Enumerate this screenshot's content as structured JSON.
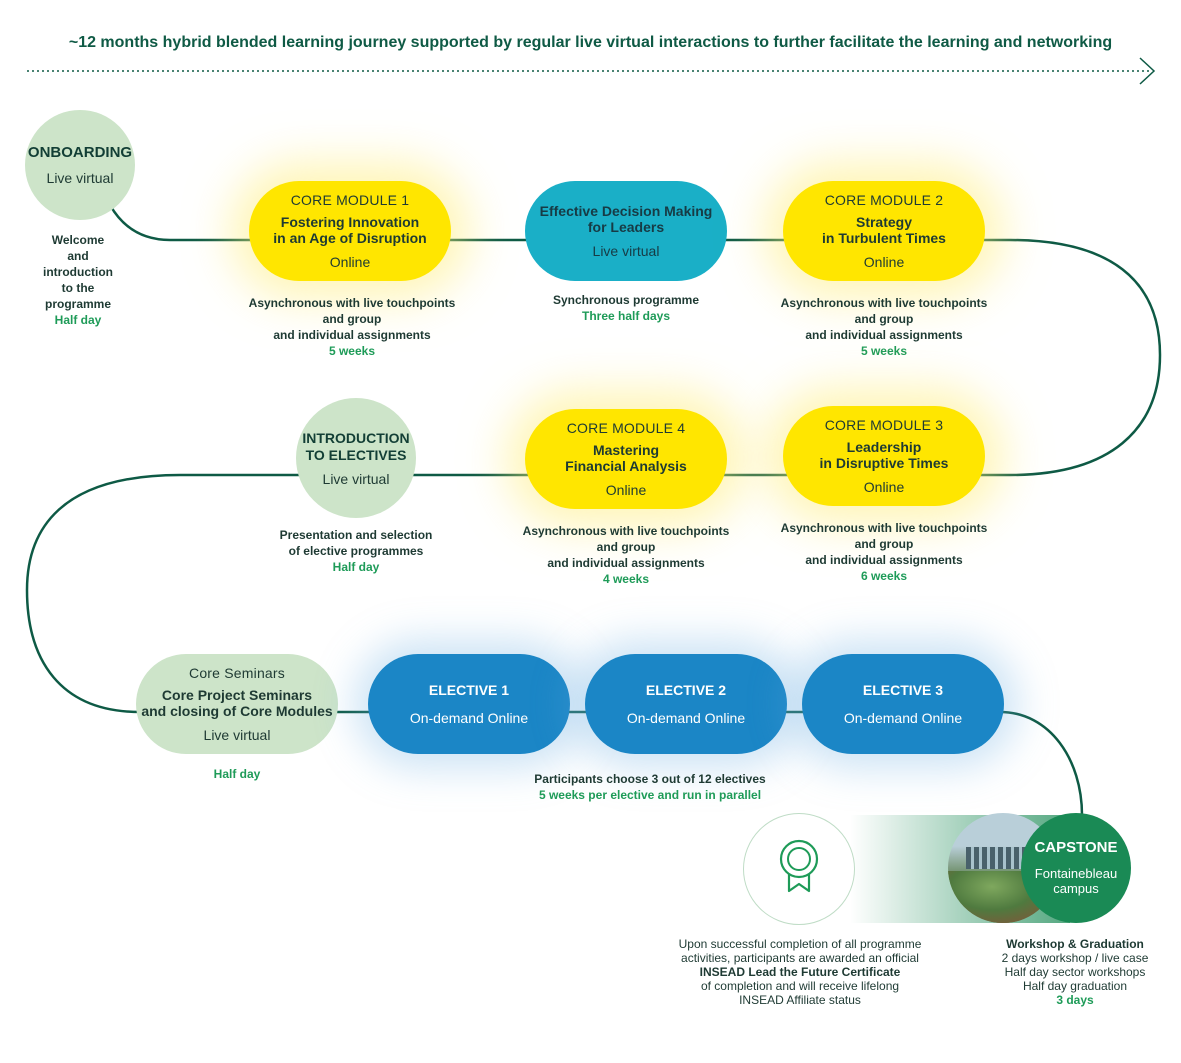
{
  "header": "~12 months hybrid blended learning journey supported by regular live virtual interactions to further facilitate the learning and networking",
  "colors": {
    "green_line": "#0e5a45",
    "yellow": "#ffe600",
    "teal": "#1aafc7",
    "blue": "#1b86c6",
    "light_green": "#cde4c9",
    "dark_green": "#1a8a55",
    "highlight": "#1e9b58"
  },
  "onboarding": {
    "title": "ONBOARDING",
    "subtitle": "Live virtual",
    "desc": [
      "Welcome",
      "and",
      "introduction",
      "to the",
      "programme"
    ],
    "duration": "Half day"
  },
  "core1": {
    "caption": "CORE MODULE 1",
    "title_1": "Fostering Innovation",
    "title_2": "in an Age of Disruption",
    "mode": "Online",
    "desc": [
      "Asynchronous with live touchpoints",
      "and group",
      "and individual assignments"
    ],
    "duration": "5 weeks"
  },
  "decision": {
    "title_1": "Effective Decision Making",
    "title_2": "for Leaders",
    "mode": "Live virtual",
    "desc": [
      "Synchronous programme"
    ],
    "duration": "Three half days"
  },
  "core2": {
    "caption": "CORE MODULE 2",
    "title_1": "Strategy",
    "title_2": "in Turbulent Times",
    "mode": "Online",
    "desc": [
      "Asynchronous with live touchpoints",
      "and group",
      "and individual assignments"
    ],
    "duration": "5 weeks"
  },
  "core3": {
    "caption": "CORE MODULE 3",
    "title_1": "Leadership",
    "title_2": "in Disruptive Times",
    "mode": "Online",
    "desc": [
      "Asynchronous with live touchpoints",
      "and group",
      "and individual assignments"
    ],
    "duration": "6 weeks"
  },
  "core4": {
    "caption": "CORE MODULE 4",
    "title_1": "Mastering",
    "title_2": "Financial Analysis",
    "mode": "Online",
    "desc": [
      "Asynchronous with live touchpoints",
      "and group",
      "and individual assignments"
    ],
    "duration": "4 weeks"
  },
  "intro_electives": {
    "title_1": "INTRODUCTION",
    "title_2": "TO ELECTIVES",
    "subtitle": "Live virtual",
    "desc": [
      "Presentation and selection",
      "of elective programmes"
    ],
    "duration": "Half day"
  },
  "core_seminars": {
    "caption": "Core Seminars",
    "title_1": "Core Project Seminars",
    "title_2": "and closing of Core Modules",
    "mode": "Live virtual",
    "duration": "Half day"
  },
  "electives": [
    {
      "title": "ELECTIVE 1",
      "mode": "On-demand Online"
    },
    {
      "title": "ELECTIVE 2",
      "mode": "On-demand Online"
    },
    {
      "title": "ELECTIVE 3",
      "mode": "On-demand Online"
    }
  ],
  "electives_desc": {
    "line": "Participants choose 3 out of 12 electives",
    "duration": "5 weeks per elective and run in parallel"
  },
  "certificate": {
    "icon": "award-ribbon-icon",
    "lines": [
      "Upon successful completion of all programme",
      "activities, participants are awarded an official"
    ],
    "bold_line": "INSEAD Lead the Future Certificate",
    "lines_after": [
      "of completion and will receive lifelong",
      "INSEAD Affiliate status"
    ]
  },
  "capstone": {
    "title": "CAPSTONE",
    "subtitle_1": "Fontainebleau",
    "subtitle_2": "campus",
    "desc_title": "Workshop & Graduation",
    "desc": [
      "2 days workshop / live case",
      "Half day sector workshops",
      "Half day graduation"
    ],
    "duration": "3 days"
  }
}
